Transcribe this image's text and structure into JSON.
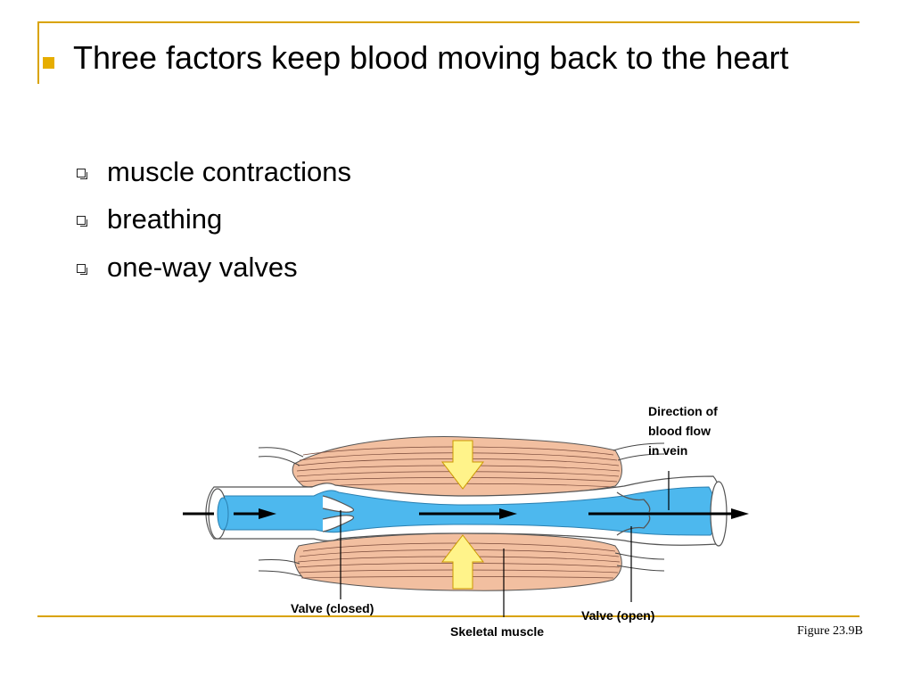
{
  "slide": {
    "title": "Three factors keep blood moving back to the heart",
    "items": [
      {
        "label": "muscle contractions"
      },
      {
        "label": "breathing"
      },
      {
        "label": "one-way valves"
      }
    ]
  },
  "diagram": {
    "labels": {
      "direction_line1": "Direction of",
      "direction_line2": "blood flow",
      "direction_line3": "in vein",
      "valve_closed": "Valve (closed)",
      "valve_open": "Valve (open)",
      "skeletal_muscle": "Skeletal muscle"
    },
    "colors": {
      "muscle": "#f2bfa0",
      "blood": "#4db8ee",
      "vein_wall": "#ffffff",
      "pressure_arrow": "#fff38a",
      "accent": "#d9a300"
    }
  },
  "footer": {
    "figure": "Figure 23.9B"
  }
}
